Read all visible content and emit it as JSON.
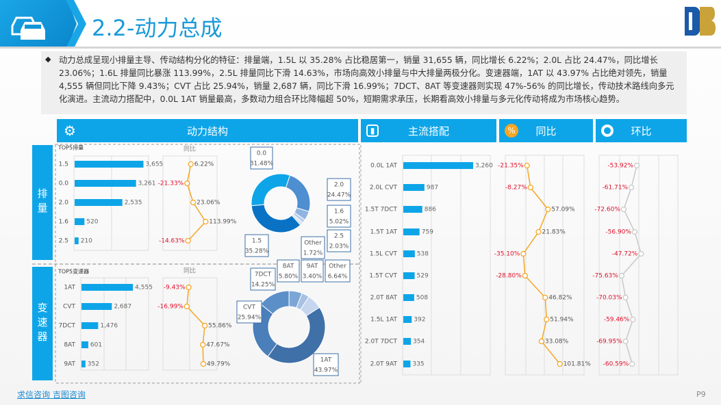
{
  "header": {
    "title": "2.2-动力总成",
    "icon": "car-icon",
    "logo": "DB"
  },
  "summary": "动力总成呈现小排量主导、传动结构分化的特征：排量端，1.5L 以 35.28% 占比稳居第一，销量 31,655 辆，同比增长 6.22%；2.0L 占比 24.47%，同比增长 23.06%；1.6L 排量同比暴涨 113.99%，2.5L 排量同比下滑 14.63%，市场向高效小排量与中大排量两极分化。变速器端，1AT 以 43.97% 占比绝对领先，销量 4,555 辆但同比下降 9.43%；CVT 占比 25.94%，销量 2,687 辆，同比下滑 16.99%；7DCT、8AT 等变速器则实现 47%-56% 的同比增长，传动技术路线向多元化演进。主流动力搭配中，0.0L 1AT 销量最高，多数动力组合环比降幅超 50%，短期需求承压，长期看高效小排量与多元化传动将成为市场核心趋势。",
  "sections": {
    "structure": "动力结构",
    "combo": "主流搭配",
    "yoy": "同比",
    "mom": "环比"
  },
  "side_labels": {
    "displacement": "排量",
    "gearbox": "变速器"
  },
  "colors": {
    "accent": "#0ea5e8",
    "bar": "#0ea5e8",
    "line_yoy": "#f5a623",
    "line_mom": "#c8c8c8",
    "negative": "#e0102a"
  },
  "chart_data": [
    {
      "type": "bar",
      "title": "TOP5排量",
      "categories": [
        "1.5",
        "0.0",
        "2.0",
        "1.6",
        "2.5"
      ],
      "values": [
        3655
      ],
      "labels": [
        "3,655",
        "3,261",
        "2,535",
        "520",
        "210"
      ],
      "raw": [
        3655,
        3261,
        2535,
        520,
        210
      ]
    },
    {
      "type": "line",
      "title": "同比",
      "categories": [
        "1.5",
        "0.0",
        "2.0",
        "1.6",
        "2.5"
      ],
      "values": [
        6.22,
        -21.33,
        23.06,
        113.99,
        -14.63
      ]
    },
    {
      "type": "pie",
      "categories": [
        "0.0",
        "2.0",
        "1.6",
        "2.5",
        "Other",
        "1.5"
      ],
      "values": [
        31.48,
        24.47,
        5.02,
        2.03,
        1.72,
        35.28
      ]
    },
    {
      "type": "bar",
      "title": "TOP5变速器",
      "categories": [
        "1AT",
        "CVT",
        "7DCT",
        "8AT",
        "9AT"
      ],
      "labels": [
        "4,555",
        "2,687",
        "1,476",
        "601",
        "352"
      ],
      "raw": [
        4555,
        2687,
        1476,
        601,
        352
      ]
    },
    {
      "type": "line",
      "title": "同比",
      "categories": [
        "1AT",
        "CVT",
        "7DCT",
        "8AT",
        "9AT"
      ],
      "values": [
        -9.43,
        -16.99,
        55.86,
        47.67,
        49.79
      ]
    },
    {
      "type": "pie",
      "categories": [
        "7DCT",
        "8AT",
        "9AT",
        "Other",
        "1AT",
        "CVT"
      ],
      "values": [
        14.25,
        5.8,
        3.4,
        6.64,
        43.97,
        25.94
      ]
    },
    {
      "type": "bar",
      "title": "主流搭配",
      "categories": [
        "0.0L 1AT",
        "2.0L CVT",
        "1.5T 7DCT",
        "1.5T 1AT",
        "1.5L CVT",
        "1.5T CVT",
        "2.0T 8AT",
        "1.5L 1AT",
        "2.0T 7DCT",
        "2.0T 9AT"
      ],
      "labels": [
        "3,260",
        "987",
        "886",
        "759",
        "538",
        "529",
        "508",
        "392",
        "354",
        "335"
      ],
      "raw": [
        3260,
        987,
        886,
        759,
        538,
        529,
        508,
        392,
        354,
        335
      ]
    },
    {
      "type": "line",
      "title": "同比",
      "values": [
        -21.35,
        -8.27,
        57.09,
        21.83,
        -35.1,
        -28.8,
        46.82,
        51.94,
        33.08,
        101.81
      ]
    },
    {
      "type": "line",
      "title": "环比",
      "values": [
        -53.92,
        -61.71,
        -72.6,
        -56.9,
        -47.72,
        -75.63,
        -70.03,
        -59.46,
        -69.95,
        -60.59
      ]
    }
  ],
  "footer": {
    "links": "求信咨询 吉图咨询",
    "page": "P9"
  }
}
